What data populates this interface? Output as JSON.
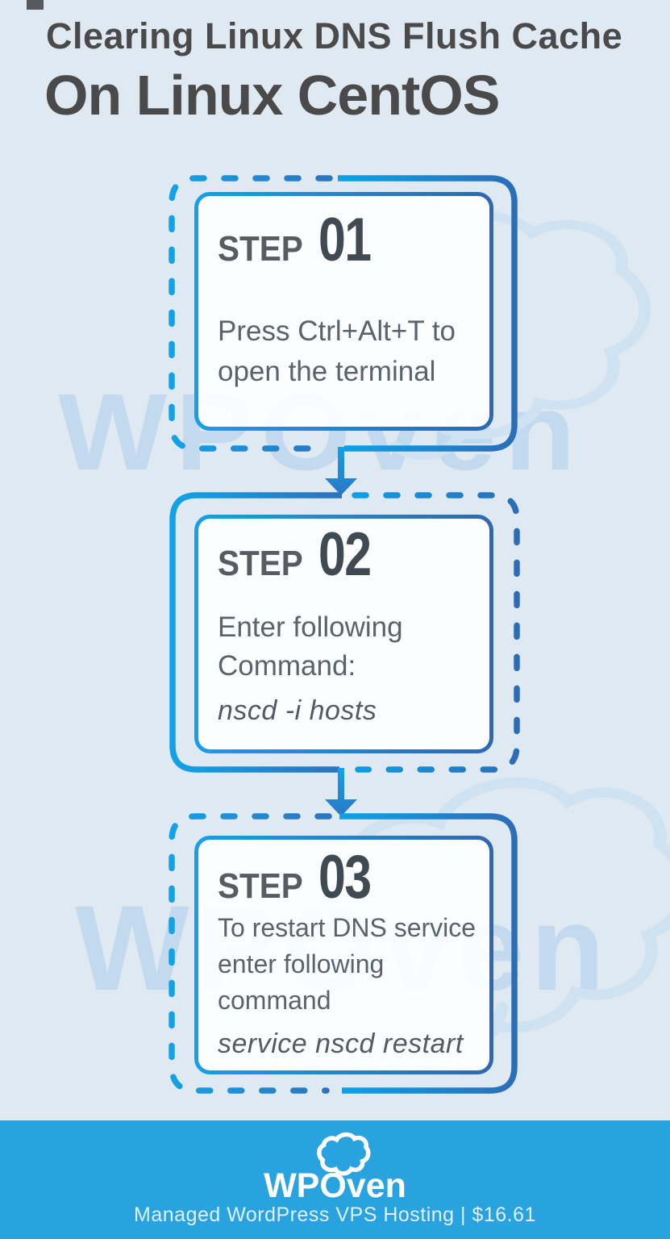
{
  "title": {
    "line1": "Clearing Linux DNS Flush Cache",
    "line2": "On Linux CentOS"
  },
  "watermark": {
    "text": "WPOven"
  },
  "steps": [
    {
      "label": "STEP",
      "number": "01",
      "lines": [
        "Press Ctrl+Alt+T to",
        "open the terminal"
      ],
      "command": ""
    },
    {
      "label": "STEP",
      "number": "02",
      "lines": [
        "Enter following",
        "Command:"
      ],
      "command": "nscd -i hosts"
    },
    {
      "label": "STEP",
      "number": "03",
      "lines": [
        "To restart DNS service",
        "enter following",
        "command"
      ],
      "command": "service nscd restart"
    }
  ],
  "footer": {
    "brand": "WPOven",
    "tagline": "Managed WordPress VPS Hosting | $16.61"
  },
  "icons": {
    "cloud_watermark": "cloud-outline",
    "logo_cloud": "cloud-outline",
    "arrow": "arrow-down"
  },
  "colors": {
    "background": "#dfe9f2",
    "accent_cyan": "#12a3e8",
    "accent_dark_blue": "#2e6cb6",
    "footer_background": "#29a3e0",
    "title_text": "#4a4a4b",
    "body_text": "#59636c",
    "step_number_text": "#3f4a52",
    "watermark_text": "#c3d9ed"
  }
}
